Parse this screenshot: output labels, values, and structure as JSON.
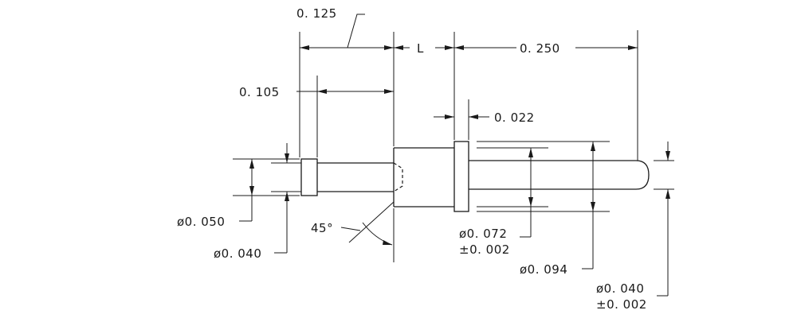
{
  "dimensions": {
    "d_0125": "0. 125",
    "d_L": "L",
    "d_0250": "0. 250",
    "d_0105": "0. 105",
    "d_0022": "0. 022",
    "angle_45": "45°",
    "dia_0050": "ø0. 050",
    "dia_0040_left": "ø0. 040",
    "dia_0072": "ø0. 072",
    "tol_0072": "±0. 002",
    "dia_0094": "ø0. 094",
    "dia_0040_right": "ø0. 040",
    "tol_0040_right": "±0. 002"
  }
}
